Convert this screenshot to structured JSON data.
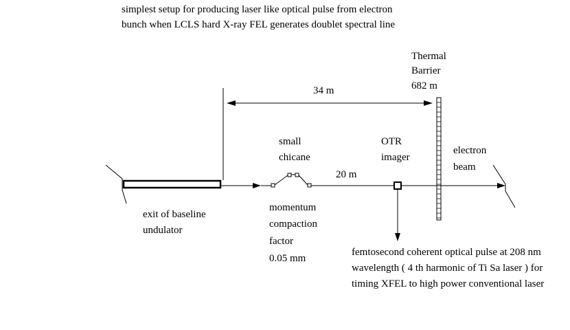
{
  "title": {
    "line1": "simplest setup for producing laser like optical pulse from electron",
    "line2": "bunch when LCLS hard X-ray FEL generates doublet spectral line"
  },
  "labels": {
    "thermal_barrier": [
      "Thermal",
      "Barrier",
      "682 m"
    ],
    "distance_34m": "34 m",
    "distance_20m": "20 m",
    "small_chicane": [
      "small",
      "chicane"
    ],
    "otr_imager": [
      "OTR",
      "imager"
    ],
    "electron_beam": [
      "electron",
      "beam"
    ],
    "exit_undulator": [
      "exit of baseline",
      "undulator"
    ],
    "momentum_compaction": [
      "momentum",
      "compaction",
      "factor",
      "0.05 mm"
    ],
    "optical_pulse": [
      "femtosecond coherent optical pulse at 208 nm",
      "wavelength ( 4 th harmonic of Ti Sa laser ) for",
      "timing XFEL to high power conventional laser"
    ]
  }
}
